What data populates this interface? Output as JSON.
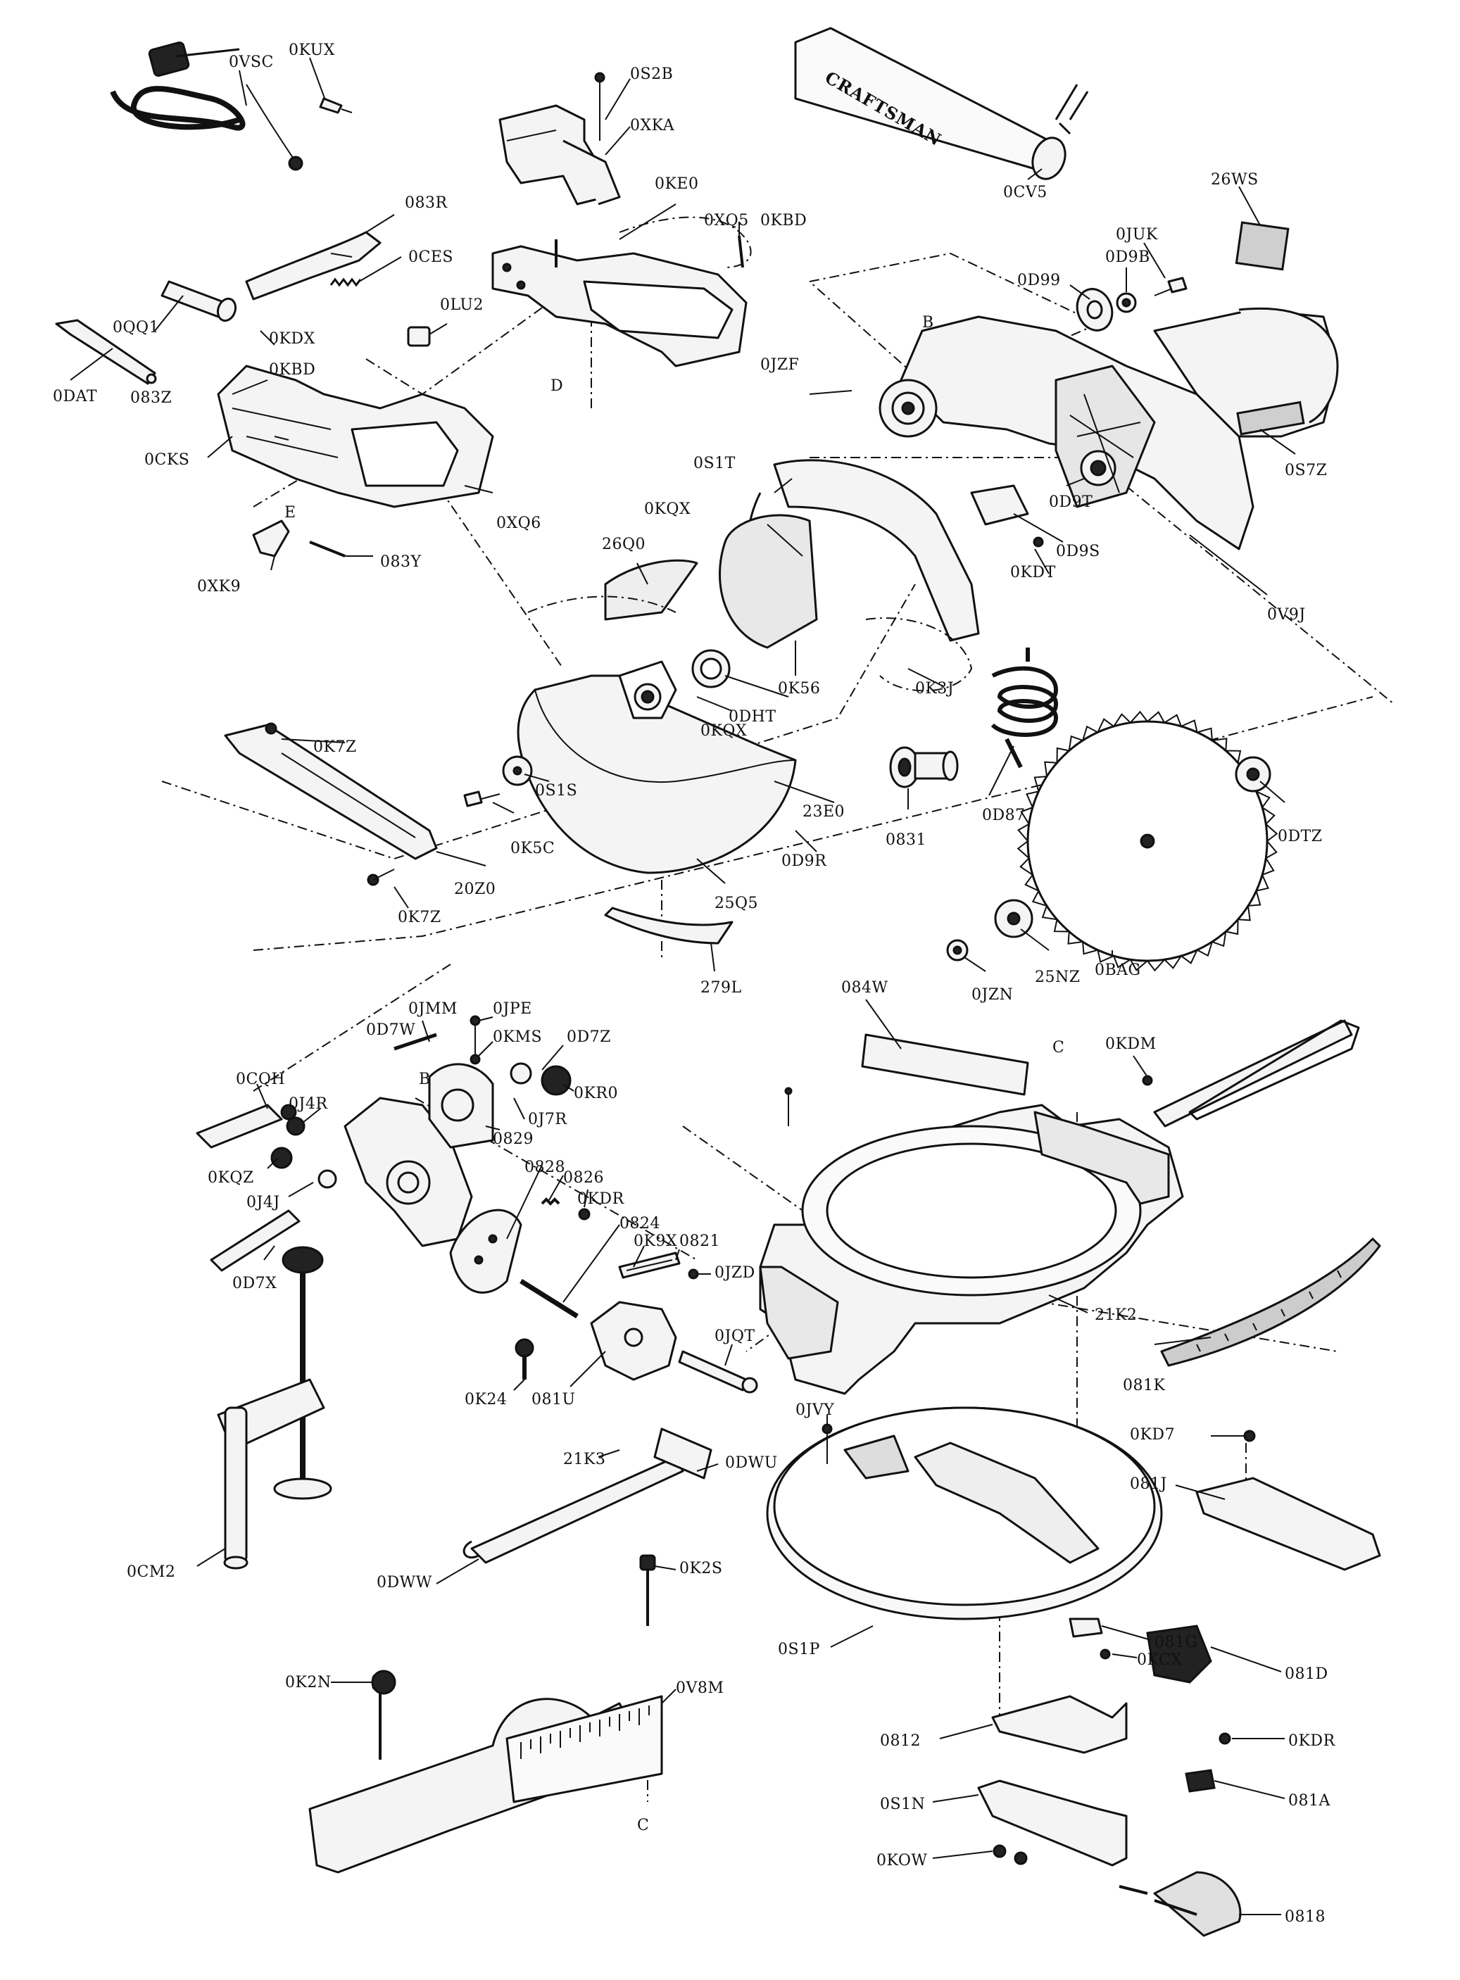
{
  "diagram": {
    "brand": "CRAFTSMAN",
    "letters": {
      "b": "B",
      "c": "C",
      "d": "D",
      "e": "E"
    },
    "labels": {
      "0VSC": "0VSC",
      "0KUX": "0KUX",
      "0S2B": "0S2B",
      "0XKA": "0XKA",
      "0CV5": "0CV5",
      "26WS": "26WS",
      "0JUK": "0JUK",
      "0D9B": "0D9B",
      "0D99": "0D99",
      "0JZF": "0JZF",
      "0S7Z": "0S7Z",
      "0KE0": "0KE0",
      "0XQ5": "0XQ5",
      "0KBD": "0KBD",
      "083R": "083R",
      "0CES": "0CES",
      "0QQ1": "0QQ1",
      "0KDX": "0KDX",
      "0LU2": "0LU2",
      "0DAT": "0DAT",
      "083Z": "083Z",
      "0KBD2": "0KBD",
      "0CKS": "0CKS",
      "0XQ6": "0XQ6",
      "0XK9": "0XK9",
      "083Y": "083Y",
      "0S1T": "0S1T",
      "0KQX": "0KQX",
      "26Q0": "26Q0",
      "0D9T": "0D9T",
      "0D9S": "0D9S",
      "0KDT": "0KDT",
      "0V9J": "0V9J",
      "0DHT": "0DHT",
      "0K56": "0K56",
      "0K3J": "0K3J",
      "0KQX2": "0KQX",
      "0K7Z": "0K7Z",
      "0S1S": "0S1S",
      "0K5C": "0K5C",
      "23E0": "23E0",
      "0D87": "0D87",
      "0831": "0831",
      "0DTZ": "0DTZ",
      "0D9R": "0D9R",
      "20Z0": "20Z0",
      "0K7Z2": "0K7Z",
      "25Q5": "25Q5",
      "0BAG": "0BAG",
      "25NZ": "25NZ",
      "0JZN": "0JZN",
      "279L": "279L",
      "084W": "084W",
      "0KDM": "0KDM",
      "0JMM": "0JMM",
      "0JPE": "0JPE",
      "0D7W": "0D7W",
      "0KMS": "0KMS",
      "0D7Z": "0D7Z",
      "0CQH": "0CQH",
      "0KR0": "0KR0",
      "0J4R": "0J4R",
      "0J7R": "0J7R",
      "0829": "0829",
      "0KQZ": "0KQZ",
      "0828": "0828",
      "0826": "0826",
      "0KDR": "0KDR",
      "0J4J": "0J4J",
      "0824": "0824",
      "0K9X": "0K9X",
      "0821": "0821",
      "0JZD": "0JZD",
      "21K2": "21K2",
      "0D7X": "0D7X",
      "0JQT": "0JQT",
      "081K": "081K",
      "0K24": "0K24",
      "081U": "081U",
      "0JVY": "0JVY",
      "0KD7": "0KD7",
      "21K3": "21K3",
      "0DWU": "0DWU",
      "081J": "081J",
      "0CM2": "0CM2",
      "0DWW": "0DWW",
      "0K2S": "0K2S",
      "0S1P": "0S1P",
      "081G": "081G",
      "0K2N": "0K2N",
      "0V8M": "0V8M",
      "0KCX": "0KCX",
      "081D": "081D",
      "0KDR2": "0KDR",
      "0812": "0812",
      "081A": "081A",
      "0S1N": "0S1N",
      "0KOW": "0KOW",
      "0818": "0818"
    }
  }
}
